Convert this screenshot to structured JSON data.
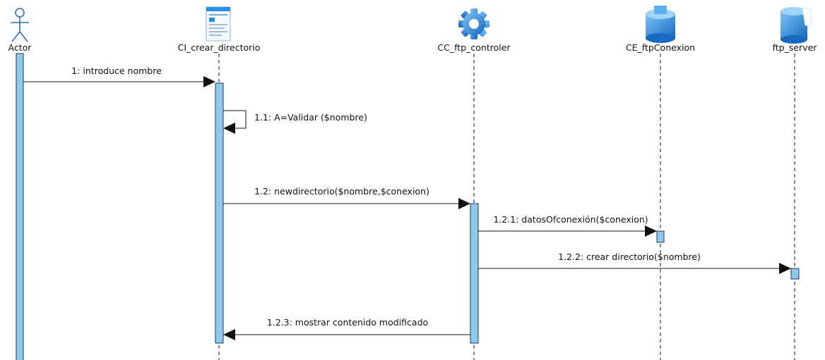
{
  "colors": {
    "activation_fill": "#8ec9ec",
    "activation_stroke": "#1c3a57",
    "line": "#111111",
    "icon_blue": "#2a8fe0"
  },
  "lifelines": [
    {
      "id": "actor",
      "label": "Actor",
      "icon": "stick-figure-actor-icon"
    },
    {
      "id": "ci",
      "label": "CI_crear_directorio",
      "icon": "form-interface-icon"
    },
    {
      "id": "cc",
      "label": "CC_ftp_controler",
      "icon": "gear-control-icon"
    },
    {
      "id": "ce",
      "label": "CE_ftpConexion",
      "icon": "entity-cylinder-icon"
    },
    {
      "id": "ftp",
      "label": "ftp_server",
      "icon": "server-entity-icon"
    }
  ],
  "messages": [
    {
      "id": "m1",
      "label": "1: introduce nombre"
    },
    {
      "id": "m11",
      "label": "1.1: A=Validar ($nombre)"
    },
    {
      "id": "m12",
      "label": "1.2: newdirectorio($nombre,$conexion)"
    },
    {
      "id": "m121",
      "label": "1.2.1: datosOfconexión($conexion)"
    },
    {
      "id": "m122",
      "label": "1.2.2: crear directorio($nombre)"
    },
    {
      "id": "m123",
      "label": "1.2.3: mostrar contenido modificado"
    }
  ]
}
